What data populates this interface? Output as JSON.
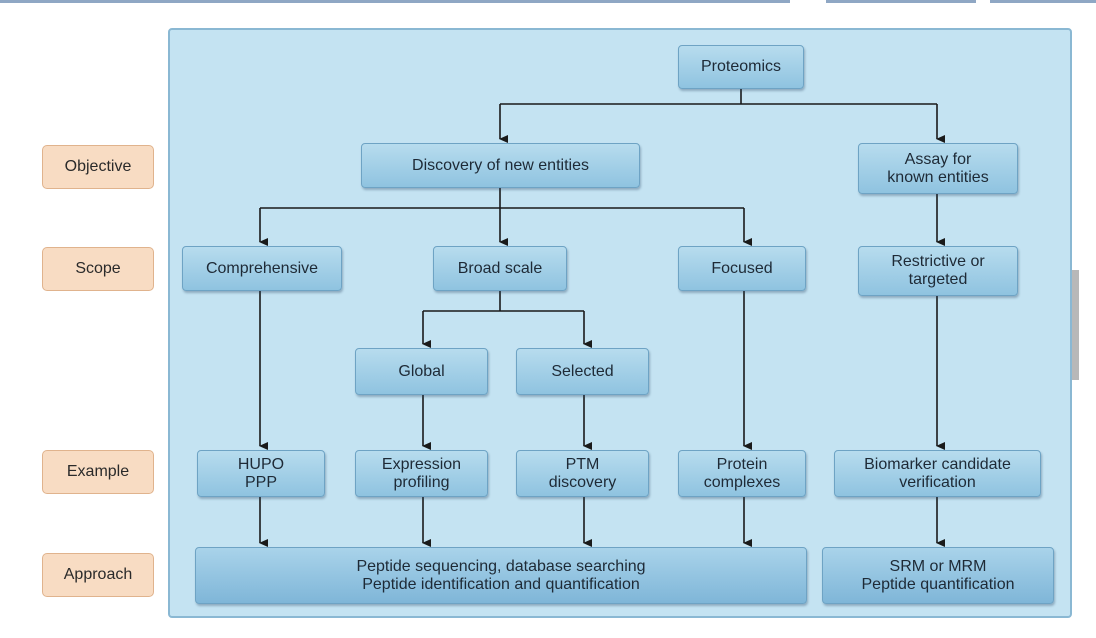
{
  "sidebar": {
    "objective": "Objective",
    "scope": "Scope",
    "example": "Example",
    "approach": "Approach"
  },
  "nodes": {
    "proteomics": "Proteomics",
    "discovery": "Discovery of new entities",
    "assay": "Assay for\nknown entities",
    "comprehensive": "Comprehensive",
    "broad_scale": "Broad scale",
    "focused": "Focused",
    "restrictive": "Restrictive or\ntargeted",
    "global": "Global",
    "selected": "Selected",
    "hupo": "HUPO\nPPP",
    "expression": "Expression\nprofiling",
    "ptm": "PTM\ndiscovery",
    "protein": "Protein\ncomplexes",
    "biomarker": "Biomarker candidate\nverification",
    "peptide_seq": "Peptide sequencing, database searching\nPeptide identification and quantification",
    "srm": "SRM or MRM\nPeptide quantification"
  }
}
